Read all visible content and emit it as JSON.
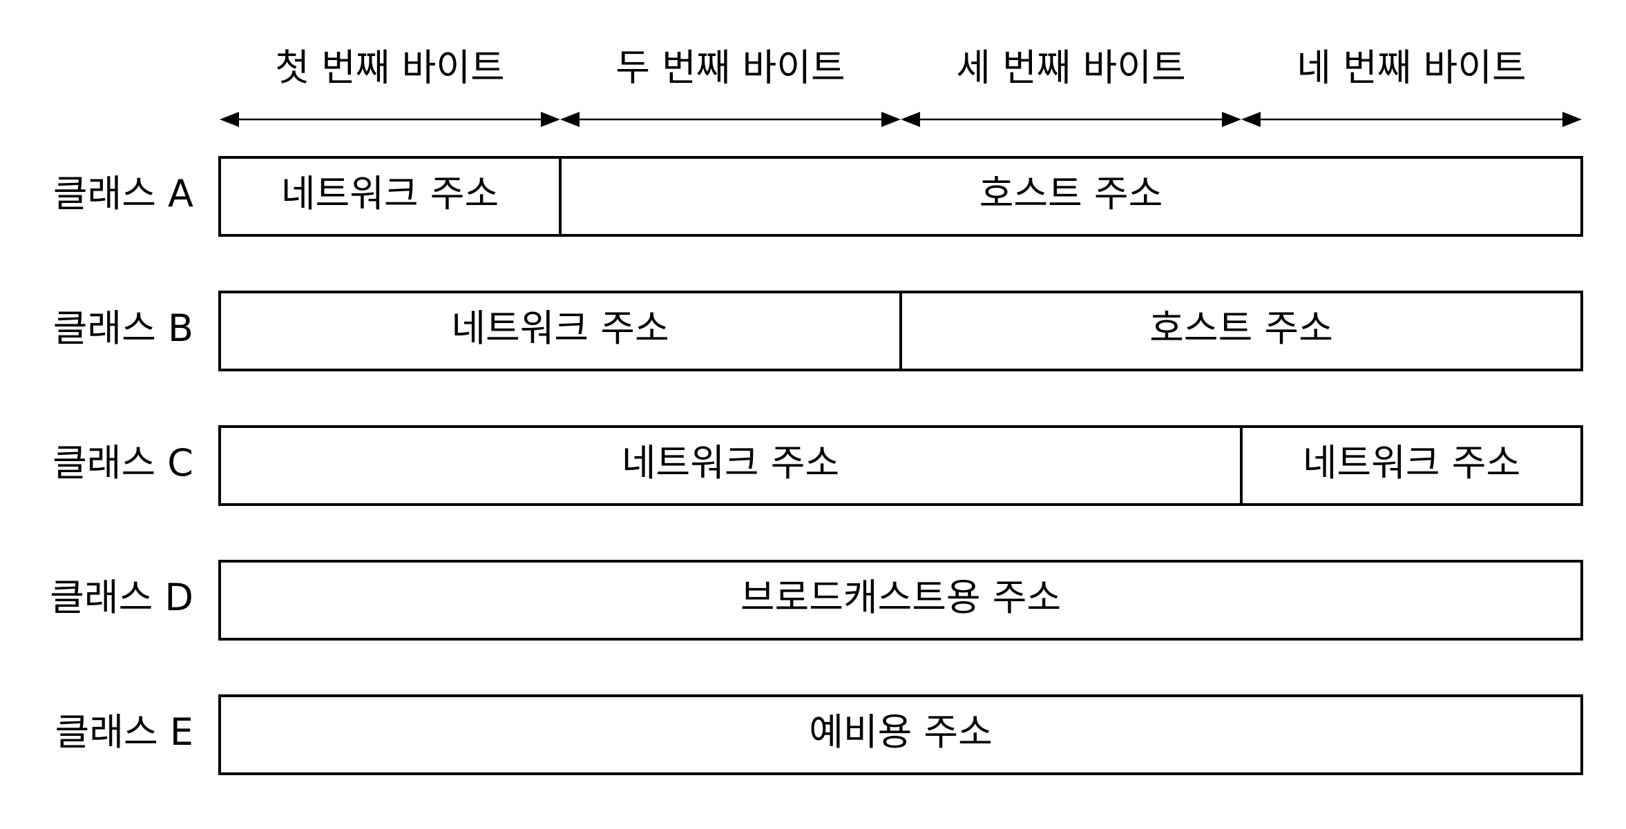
{
  "byte_headers": [
    "첫 번째 바이트",
    "두 번째 바이트",
    "세 번째 바이트",
    "네 번째 바이트"
  ],
  "classes": [
    {
      "label": "클래스 A",
      "fields": [
        {
          "label": "네트워크 주소",
          "bytes": 1
        },
        {
          "label": "호스트 주소",
          "bytes": 3
        }
      ]
    },
    {
      "label": "클래스 B",
      "fields": [
        {
          "label": "네트워크 주소",
          "bytes": 2
        },
        {
          "label": "호스트 주소",
          "bytes": 2
        }
      ]
    },
    {
      "label": "클래스 C",
      "fields": [
        {
          "label": "네트워크 주소",
          "bytes": 3
        },
        {
          "label": "네트워크 주소",
          "bytes": 1
        }
      ]
    },
    {
      "label": "클래스 D",
      "fields": [
        {
          "label": "브로드캐스트용 주소",
          "bytes": 4
        }
      ]
    },
    {
      "label": "클래스 E",
      "fields": [
        {
          "label": "예비용 주소",
          "bytes": 4
        }
      ]
    }
  ]
}
